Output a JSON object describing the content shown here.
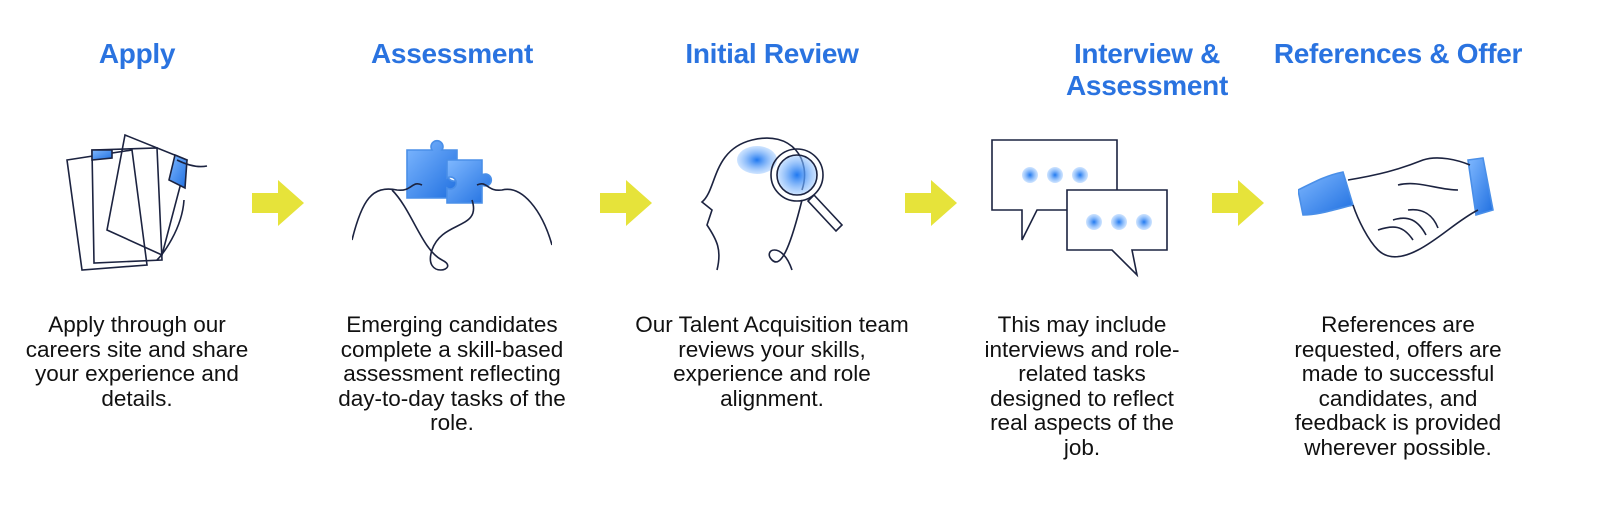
{
  "steps": [
    {
      "title": "Apply",
      "description": "Apply through our careers site and share your experience and details.",
      "icon": "documents-icon"
    },
    {
      "title": "Assessment",
      "description": "Emerging candidates complete a skill-based assessment reflecting day-to-day tasks of the role.",
      "icon": "puzzle-icon"
    },
    {
      "title": "Initial Review",
      "description": "Our Talent Acquisition team reviews your skills, experience and role alignment.",
      "icon": "head-magnifier-icon"
    },
    {
      "title": "Interview & Assessment",
      "description": "This may include interviews and role-related tasks designed to reflect real aspects of the job.",
      "icon": "chat-bubbles-icon"
    },
    {
      "title": "References & Offer",
      "description": "References are requested, offers are made to successful candidates, and feedback is provided wherever possible.",
      "icon": "handshake-icon"
    }
  ],
  "colors": {
    "title": "#2a73e0",
    "arrow": "#e6e33a",
    "accent": "#3d8ff0",
    "line": "#1c2340"
  }
}
